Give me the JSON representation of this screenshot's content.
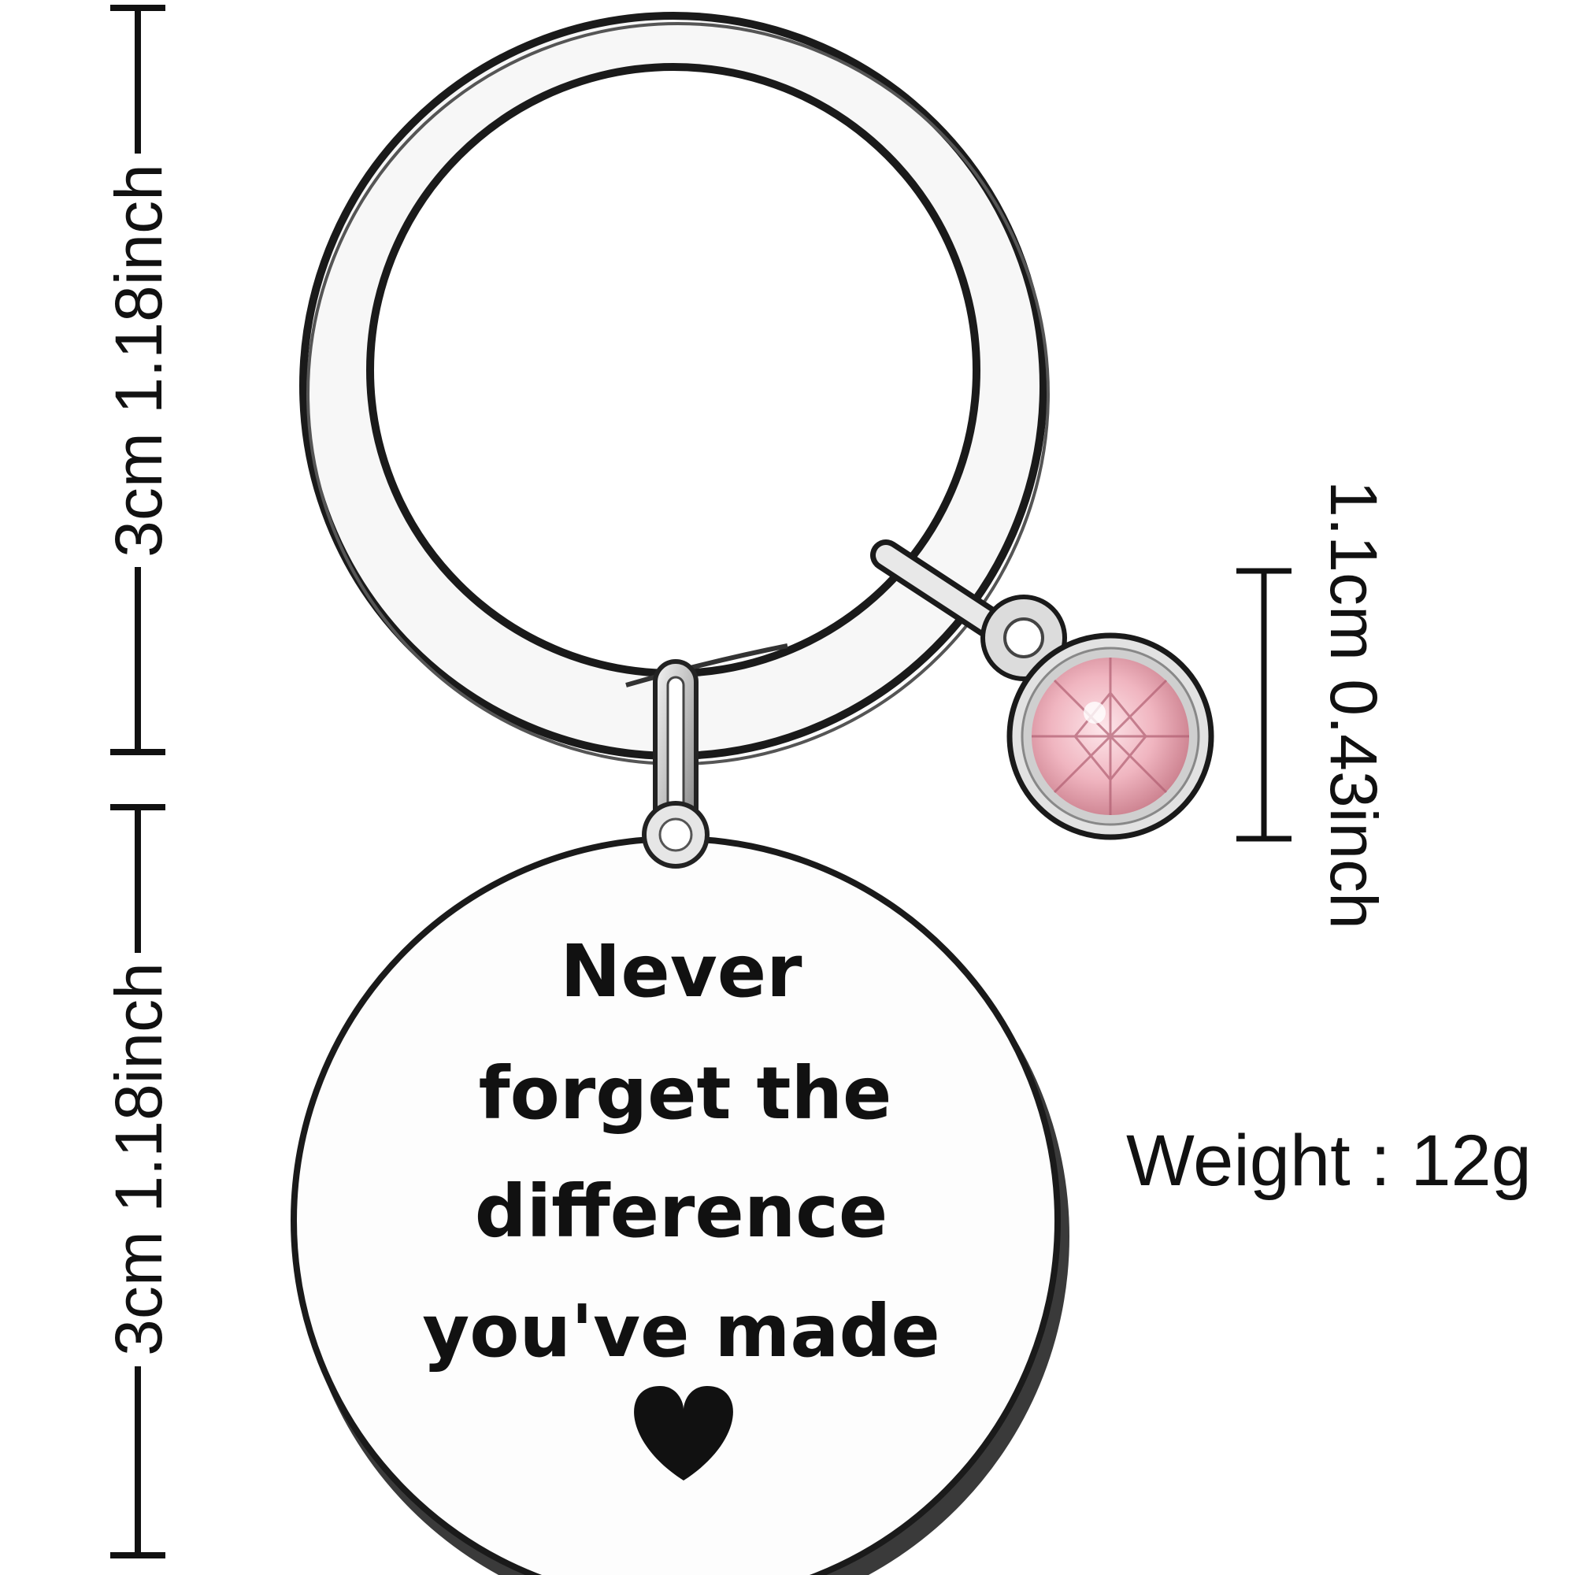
{
  "dimensions": {
    "ring_size": "3cm 1.18inch",
    "tag_size": "3cm 1.18inch",
    "stone_size": "1.1cm 0.43inch",
    "weight": "Weight : 12g"
  },
  "engraving": {
    "line1": "Never",
    "line2": "forget the",
    "line3": "difference",
    "line4": "you've made"
  },
  "colors": {
    "metal": "#d9d9d9",
    "stone": "#f0b5c0",
    "ink": "#111111"
  }
}
